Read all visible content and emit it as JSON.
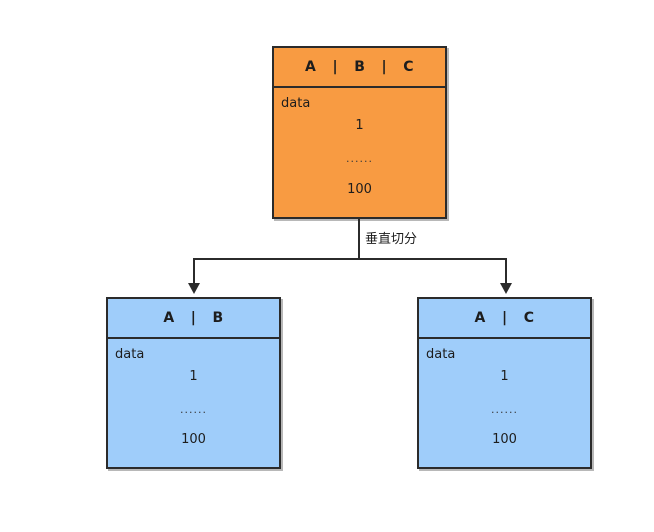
{
  "diagram": {
    "title": "垂直切分",
    "colors": {
      "source_fill": "#f89b42",
      "target_fill": "#9fcdfa",
      "border": "#2b2b2b",
      "text": "#1d1d1d",
      "background": "#ffffff"
    },
    "edge_label": "垂直切分",
    "nodes": [
      {
        "id": "source-table",
        "header": "A   |   B   |   C",
        "columns": [
          "A",
          "B",
          "C"
        ],
        "rows_label": "data",
        "row_values": [
          "1",
          "......",
          "100"
        ]
      },
      {
        "id": "shard-left",
        "header": "A   |   B",
        "columns": [
          "A",
          "B"
        ],
        "rows_label": "data",
        "row_values": [
          "1",
          "......",
          "100"
        ]
      },
      {
        "id": "shard-right",
        "header": "A   |   C",
        "columns": [
          "A",
          "C"
        ],
        "rows_label": "data",
        "row_values": [
          "1",
          "......",
          "100"
        ]
      }
    ]
  }
}
